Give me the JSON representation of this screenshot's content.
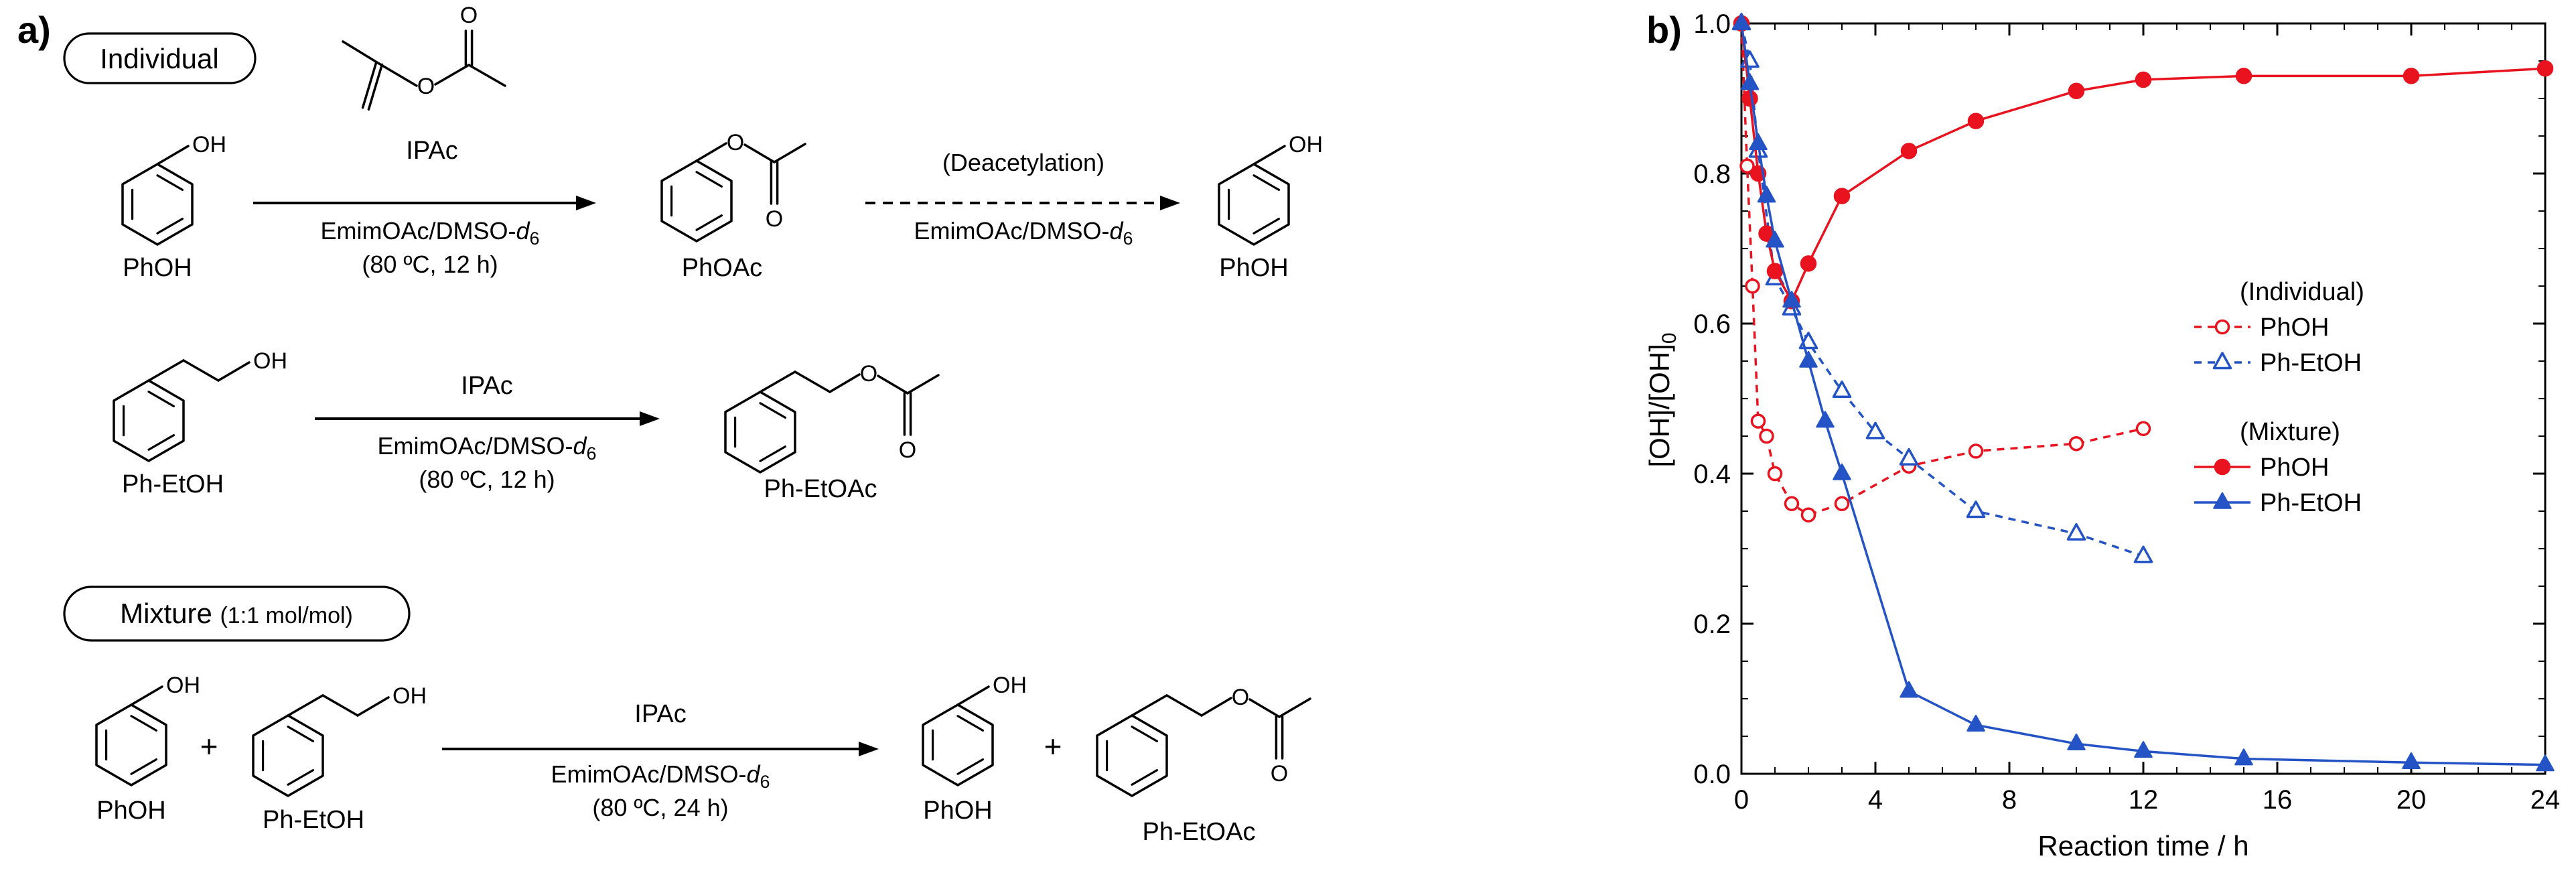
{
  "panel_a": {
    "label": "a)",
    "boxes": {
      "individual": "Individual",
      "mixture": "Mixture",
      "mixture_ratio": "(1:1 mol/mol)"
    },
    "reagent": "IPAc",
    "solvent_prefix": "EmimOAc/DMSO-",
    "solvent_italic": "d",
    "solvent_sub": "6",
    "conditions_12h": "(80 ºC, 12 h)",
    "conditions_24h": "(80 ºC, 24 h)",
    "deacetylation": "(Deacetylation)",
    "plus": "+",
    "molecule_labels": {
      "phoh": "PhOH",
      "phoac": "PhOAc",
      "ph_etoh": "Ph-EtOH",
      "ph_etoac": "Ph-EtOAc"
    },
    "atom_labels": {
      "oh": "OH",
      "o": "O"
    }
  },
  "panel_b": {
    "label": "b)"
  },
  "chart_data": {
    "type": "line",
    "title": "",
    "xlabel": "Reaction time / h",
    "ylabel_main": "[OH]/[OH]",
    "ylabel_sub": "0",
    "xlim": [
      0,
      24
    ],
    "ylim": [
      0.0,
      1.0
    ],
    "xticks": [
      0,
      4,
      8,
      12,
      16,
      20,
      24
    ],
    "yticks": [
      "0.0",
      "0.2",
      "0.4",
      "0.6",
      "0.8",
      "1.0"
    ],
    "grid": false,
    "legend_position": "right-center",
    "colors": {
      "red": "#e8131e",
      "blue": "#2353c4"
    },
    "legend_groups": [
      {
        "header": "(Individual)",
        "items": [
          {
            "label": "PhOH",
            "series": 0
          },
          {
            "label": "Ph-EtOH",
            "series": 1
          }
        ]
      },
      {
        "header": "(Mixture)",
        "items": [
          {
            "label": "PhOH",
            "series": 2
          },
          {
            "label": "Ph-EtOH",
            "series": 3
          }
        ]
      }
    ],
    "series": [
      {
        "name": "Individual PhOH",
        "legend_label": "PhOH",
        "color": "red",
        "line": "dashed",
        "marker": "circle",
        "fill": "open",
        "x": [
          0,
          0.17,
          0.33,
          0.5,
          0.75,
          1,
          1.5,
          2,
          3,
          5,
          7,
          10,
          12
        ],
        "y": [
          1.0,
          0.81,
          0.65,
          0.47,
          0.45,
          0.4,
          0.36,
          0.345,
          0.36,
          0.41,
          0.43,
          0.44,
          0.46
        ]
      },
      {
        "name": "Individual Ph-EtOH",
        "legend_label": "Ph-EtOH",
        "color": "blue",
        "line": "dashed",
        "marker": "triangle",
        "fill": "open",
        "x": [
          0,
          0.25,
          0.5,
          1,
          1.5,
          2,
          3,
          4,
          5,
          7,
          10,
          12
        ],
        "y": [
          1.0,
          0.95,
          0.83,
          0.66,
          0.62,
          0.575,
          0.51,
          0.455,
          0.42,
          0.35,
          0.32,
          0.29
        ]
      },
      {
        "name": "Mixture PhOH",
        "legend_label": "PhOH",
        "color": "red",
        "line": "solid",
        "marker": "circle",
        "fill": "solid",
        "x": [
          0,
          0.25,
          0.5,
          0.75,
          1,
          1.5,
          2,
          3,
          5,
          7,
          10,
          12,
          15,
          20,
          24
        ],
        "y": [
          1.0,
          0.9,
          0.8,
          0.72,
          0.67,
          0.63,
          0.68,
          0.77,
          0.83,
          0.87,
          0.91,
          0.925,
          0.93,
          0.93,
          0.94
        ]
      },
      {
        "name": "Mixture Ph-EtOH",
        "legend_label": "Ph-EtOH",
        "color": "blue",
        "line": "solid",
        "marker": "triangle",
        "fill": "solid",
        "x": [
          0,
          0.25,
          0.5,
          0.75,
          1,
          1.5,
          2,
          2.5,
          3,
          5,
          7,
          10,
          12,
          15,
          20,
          24
        ],
        "y": [
          1.0,
          0.92,
          0.84,
          0.77,
          0.71,
          0.63,
          0.55,
          0.47,
          0.4,
          0.11,
          0.065,
          0.04,
          0.03,
          0.02,
          0.015,
          0.012
        ]
      }
    ]
  }
}
